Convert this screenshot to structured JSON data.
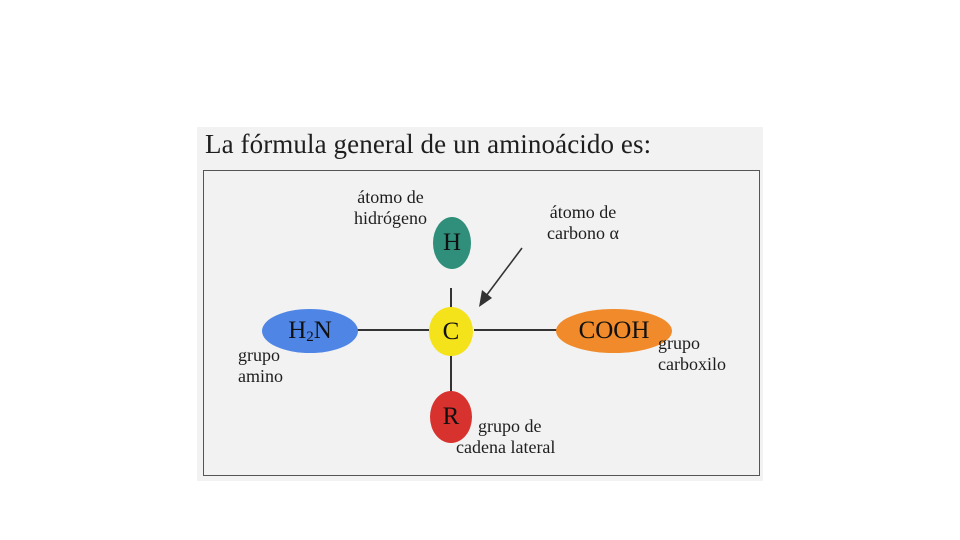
{
  "heading": "La fórmula general de un aminoácido es:",
  "nodes": {
    "hydrogen": {
      "symbol": "H",
      "color": "#2f8f7a"
    },
    "carbon": {
      "symbol": "C",
      "color": "#f4e21a"
    },
    "amino": {
      "symbol_main": "H",
      "symbol_sub": "2",
      "symbol_tail": "N",
      "color": "#4f86e6"
    },
    "carboxyl": {
      "symbol": "COOH",
      "color": "#f08a2a"
    },
    "side_chain": {
      "symbol": "R",
      "color": "#d8322e"
    }
  },
  "labels": {
    "hydrogen_atom": [
      "átomo de",
      "hidrógeno"
    ],
    "alpha_carbon": [
      "átomo de",
      "carbono α"
    ],
    "amino_group": [
      "grupo",
      "amino"
    ],
    "carboxyl_group": [
      "grupo",
      "carboxilo"
    ],
    "side_chain_group": [
      "grupo de",
      "cadena lateral"
    ]
  }
}
